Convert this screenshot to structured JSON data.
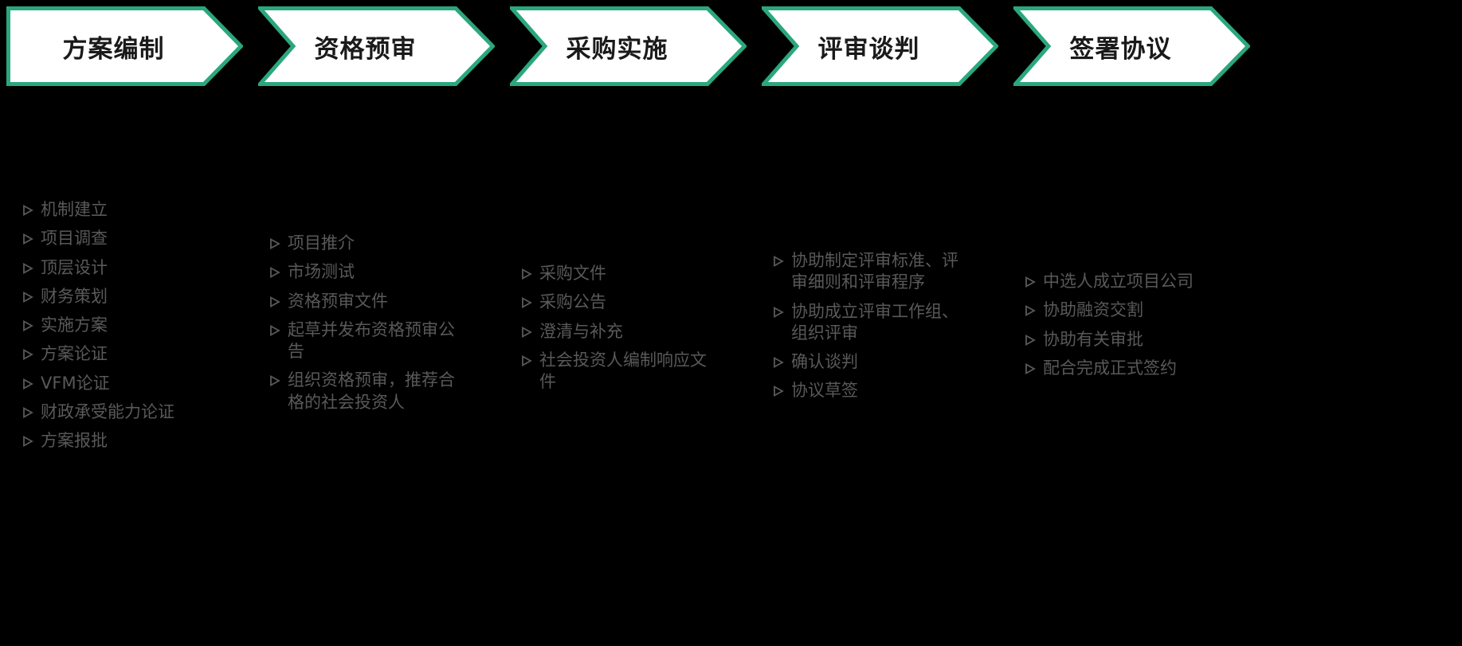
{
  "diagram": {
    "background": "#000000",
    "colors": {
      "chevron_fill": "#ffffff",
      "chevron_border": "#2ba77d",
      "chevron_text": "#1a1a1a",
      "item_text": "#595959"
    },
    "bullet_icon": "arrowhead-right",
    "stages": [
      {
        "label": "方案编制",
        "items": [
          "机制建立",
          "项目调查",
          "顶层设计",
          "财务策划",
          "实施方案",
          "方案论证",
          "VFM论证",
          "财政承受能力论证",
          "方案报批"
        ]
      },
      {
        "label": "资格预审",
        "items": [
          "项目推介",
          "市场测试",
          "资格预审文件",
          "起草并发布资格预审公告",
          "组织资格预审，推荐合格的社会投资人"
        ]
      },
      {
        "label": "采购实施",
        "items": [
          "采购文件",
          "采购公告",
          "澄清与补充",
          "社会投资人编制响应文件"
        ]
      },
      {
        "label": "评审谈判",
        "items": [
          "协助制定评审标准、评审细则和评审程序",
          "协助成立评审工作组、组织评审",
          "确认谈判",
          "协议草签"
        ]
      },
      {
        "label": "签署协议",
        "items": [
          "中选人成立项目公司",
          "协助融资交割",
          "协助有关审批",
          "配合完成正式签约"
        ]
      }
    ]
  }
}
